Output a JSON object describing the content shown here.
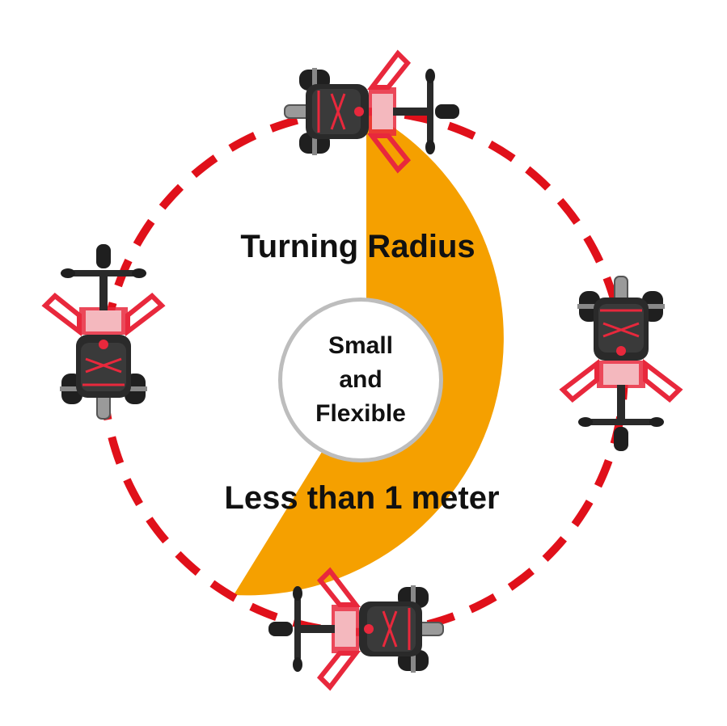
{
  "diagram": {
    "title": "Turning Radius",
    "subtitle": "Less than 1  meter",
    "center_badge": {
      "lines": [
        "Small",
        "and",
        "Flexible"
      ]
    },
    "colors": {
      "sector_fill": "#F5A000",
      "dashed_ring": "#E0101A",
      "badge_border": "#BDBDBD",
      "text": "#111111",
      "scooter_frame": "#E8283C",
      "scooter_dark": "#2A2A2A"
    },
    "scooters": [
      {
        "name": "scooter-top"
      },
      {
        "name": "scooter-right"
      },
      {
        "name": "scooter-bottom"
      },
      {
        "name": "scooter-left"
      }
    ]
  }
}
